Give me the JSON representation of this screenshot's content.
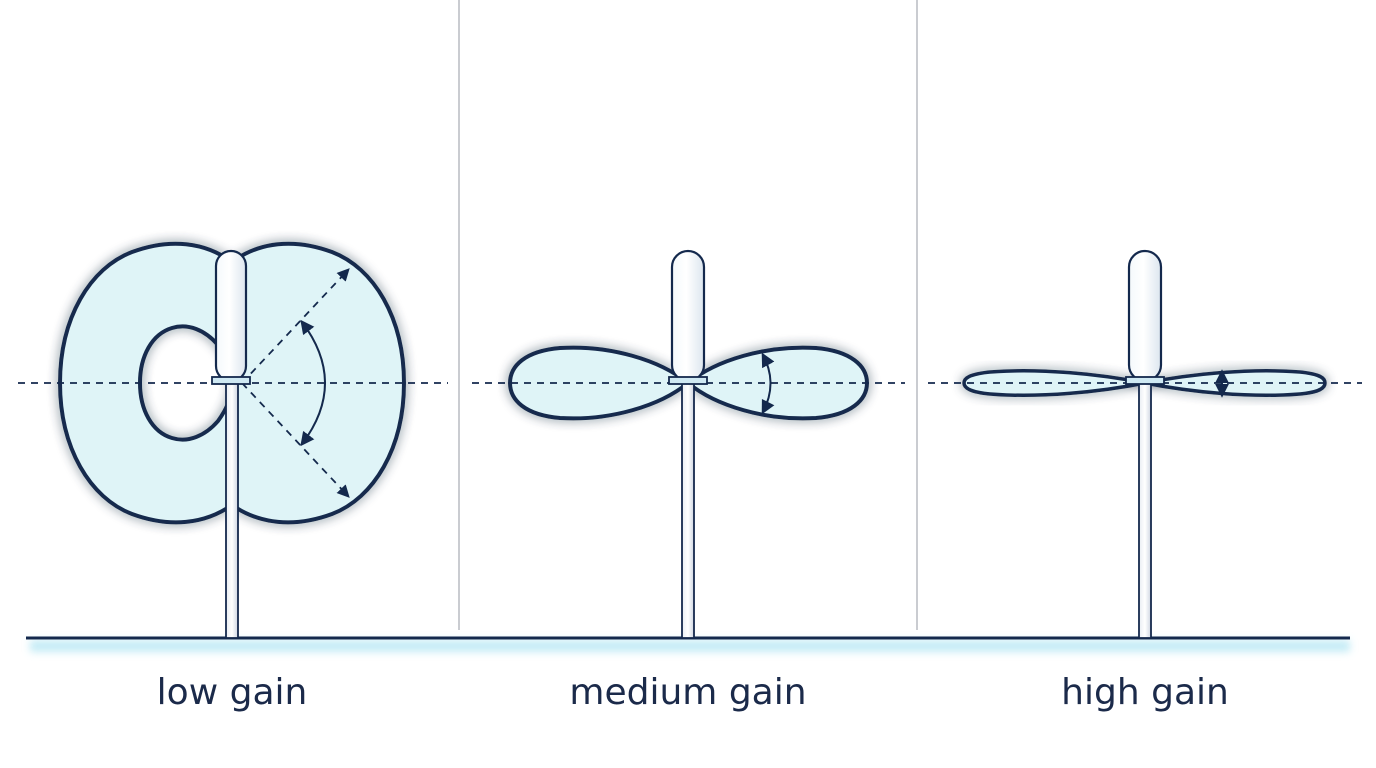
{
  "panels": [
    {
      "label": "low gain"
    },
    {
      "label": "medium gain"
    },
    {
      "label": "high gain"
    }
  ],
  "colors": {
    "outline": "#14294d",
    "lobe_fill": "#dff4f7",
    "glow": "#7fd8ee",
    "divider": "#b9bcc2",
    "ground": "#14294d",
    "label": "#1b2a4a"
  }
}
